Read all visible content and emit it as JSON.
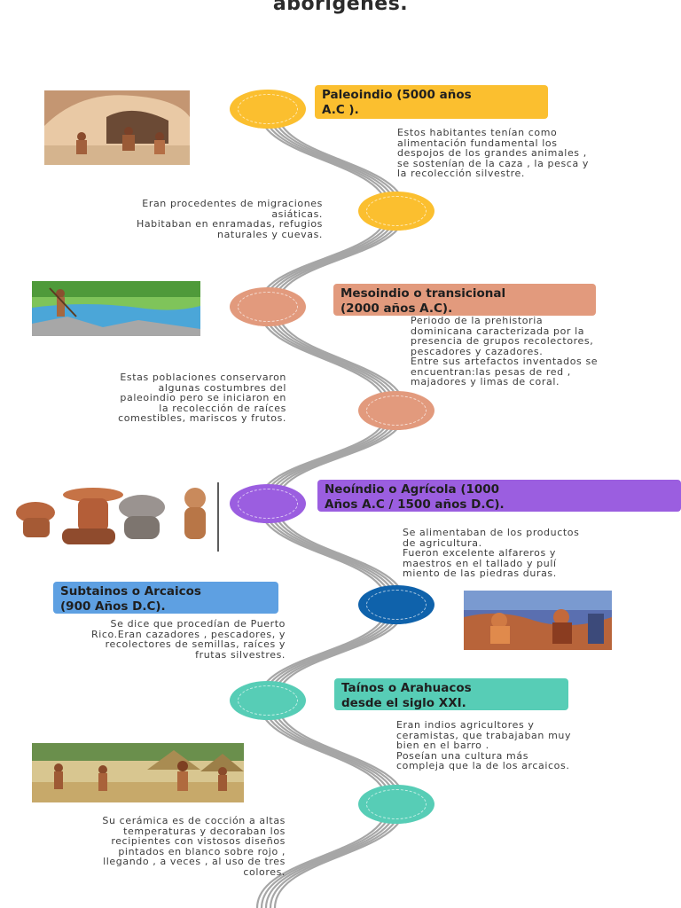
{
  "header": {
    "title": "aborígenes."
  },
  "periods": [
    {
      "name": "Paleoindio (5000 años\nA.C ).",
      "color": "#fbbf2f"
    },
    {
      "name": "Mesoindio o transicional\n(2000 años A.C).",
      "color": "#e29a7d"
    },
    {
      "name": "Neoíndio o Agrícola (1000\nAños A.C / 1500 años D.C).",
      "color": "#9b5ee0"
    },
    {
      "name": "Subtainos o Arcaicos\n(900 Años D.C).",
      "color": "#5ea0e2"
    },
    {
      "name": "Taínos o Arahuacos\n desde el siglo XXI.",
      "color": "#57cdb6"
    }
  ],
  "texts": {
    "paleo_right": "Estos habitantes tenían como\nalimentación fundamental los\ndespojos de los grandes animales ,\n se sostenían de la caza , la pesca y\nla recolección silvestre.",
    "paleo_left": "Eran procedentes de migraciones\nasiáticas.\nHabitaban en enramadas, refugios\nnaturales y cuevas.",
    "meso_right": "Periodo de la prehistoria\ndominicana caracterizada por la\npresencia de grupos recolectores,\npescadores y cazadores.\nEntre sus artefactos inventados se\nencuentran:las pesas de red ,\nmajadores y limas de coral.",
    "meso_left": "Estas poblaciones conservaron\nalgunas costumbres del\npaleoindio pero se iniciaron en\nla recolección de raíces\ncomestibles, mariscos y frutos.",
    "neo_right": "Se alimentaban de los productos\nde agricultura.\nFueron excelente alfareros y\nmaestros en el tallado y pulí\nmiento de las piedras duras.",
    "sub_left": "Se dice que procedían de Puerto\nRico.Eran cazadores , pescadores, y\nrecolectores de semillas, raíces y\nfrutas silvestres.",
    "taino_right": "Eran indios agricultores y\nceramistas, que trabajaban muy\nbien en el barro .\nPoseían una cultura más\ncompleja que la de los arcaicos.",
    "taino_left": "Su  cerámica es de cocción a altas\ntemperaturas y decoraban los\nrecipientes con vistosos diseños\npintados en blanco sobre rojo ,\nllegando , a veces , al uso de tres\ncolores."
  },
  "node_colors": [
    "#fbbf2f",
    "#fbbf2f",
    "#e29a7d",
    "#e29a7d",
    "#9b5ee0",
    "#0f62ab",
    "#57cdb6",
    "#57cdb6"
  ]
}
